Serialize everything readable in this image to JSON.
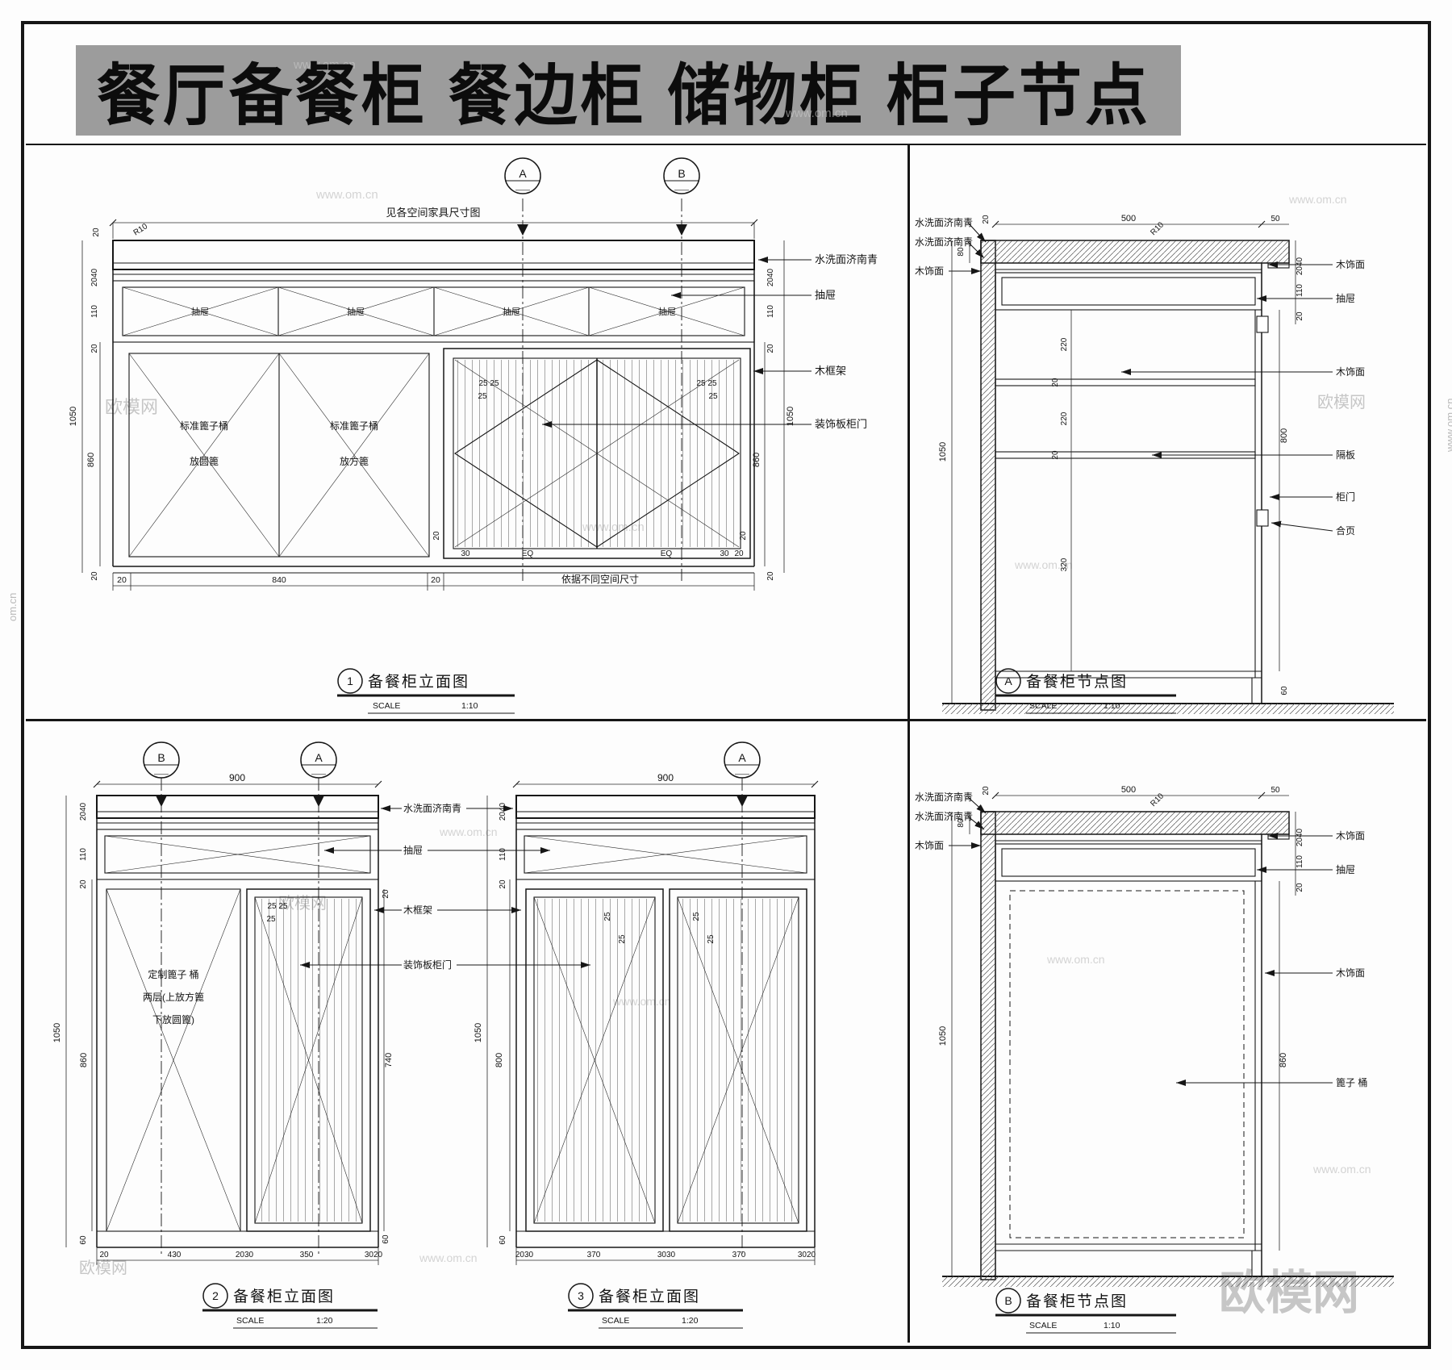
{
  "title": "餐厅备餐柜 餐边柜 储物柜 柜子节点",
  "watermarks": {
    "site": "www.om.cn",
    "site_short": "om.cn",
    "brand": "欧模网"
  },
  "markers": {
    "a": "A",
    "b": "B",
    "dash": "——"
  },
  "labels": {
    "stone_top": "水洗面济南青",
    "drawer": "抽屉",
    "wood_frame": "木框架",
    "deco_door": "装饰板柜门",
    "wood_veneer": "木饰面",
    "shelf": "隔板",
    "cabinet_door": "柜门",
    "hinge": "合页",
    "grate_barrel": "篦子 桶",
    "std_grate_barrel": "标准篦子桶",
    "round_grate": "放圆篦",
    "square_grate": "放方篦",
    "custom_grate_barrel": "定制篦子 桶",
    "two_layers_square": "两层(上放方篦",
    "lower_round": "下放圆篦)",
    "furniture_size_note": "见各空间家具尺寸图",
    "space_size_note": "依据不同空间尺寸",
    "eq": "EQ",
    "r10": "R10",
    "scale": "SCALE"
  },
  "panels": {
    "p1": {
      "num": "1",
      "title": "备餐柜立面图",
      "scale": "1:10"
    },
    "pa": {
      "num": "A",
      "title": "备餐柜节点图",
      "scale": "1:10"
    },
    "p2": {
      "num": "2",
      "title": "备餐柜立面图",
      "scale": "1:20"
    },
    "p3": {
      "num": "3",
      "title": "备餐柜立面图",
      "scale": "1:20"
    },
    "pb": {
      "num": "B",
      "title": "备餐柜节点图",
      "scale": "1:10"
    }
  },
  "dims": {
    "d20": "20",
    "d25": "25",
    "d2525": "25 25",
    "d30": "30",
    "d50": "50",
    "d60": "60",
    "d80": "80",
    "d110": "110",
    "d220": "220",
    "d320": "320",
    "d350": "350",
    "d370": "370",
    "d430": "430",
    "d500": "500",
    "d740": "740",
    "d800": "800",
    "d840": "840",
    "d860": "860",
    "d900": "900",
    "d1050": "1050",
    "d2040": "2040",
    "d2030": "2030",
    "d3020": "3020",
    "d3030": "3030"
  }
}
